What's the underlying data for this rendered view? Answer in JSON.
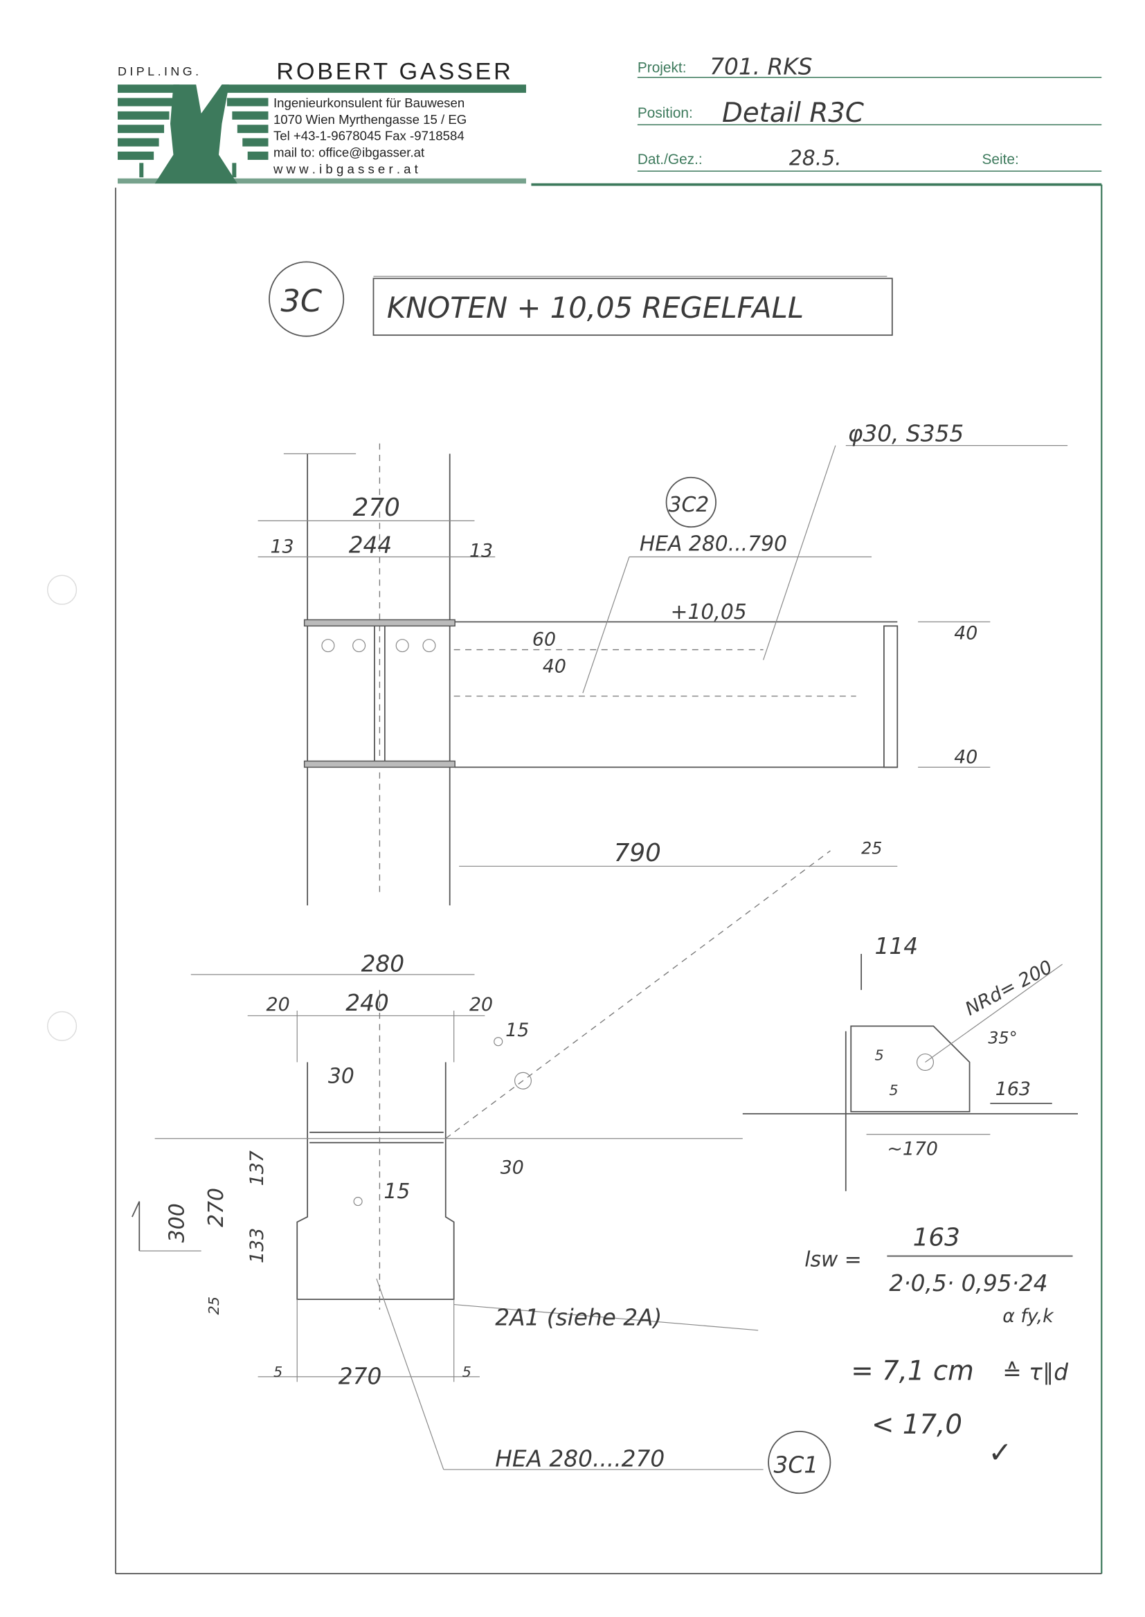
{
  "letterhead": {
    "title_prefix": "DIPL.ING.",
    "name": "ROBERT GASSER",
    "address_lines": [
      "Ingenieurkonsulent für Bauwesen",
      "1070 Wien  Myrthengasse 15 / EG",
      "Tel +43-1-9678045 Fax -9718584",
      "mail to: office@ibgasser.at",
      "w w w . i b g a s s e r . a t"
    ],
    "brand_color": "#3d7a5c"
  },
  "fields": {
    "projekt_label": "Projekt:",
    "projekt_value": "701. RKS",
    "position_label": "Position:",
    "position_value": "Detail R3C",
    "date_label": "Dat./Gez.:",
    "date_value": "28.5.",
    "page_label": "Seite:"
  },
  "drawing": {
    "detail_id": "3C",
    "heading": "KNOTEN + 10,05 REGELFALL",
    "elevation": {
      "rod_label": "φ30, S355",
      "section_ref": "3C2",
      "beam_label": "HEA 280...790",
      "level": "+10,05",
      "dims": [
        "270",
        "13",
        "244",
        "13",
        "60",
        "40",
        "40",
        "40",
        "790",
        "25"
      ]
    },
    "plan": {
      "dims": [
        "280",
        "20",
        "240",
        "20",
        "15",
        "30",
        "30",
        "15",
        "300",
        "270",
        "137",
        "133",
        "25",
        "5",
        "270",
        "5"
      ],
      "plate_note": "2A1 (siehe 2A)",
      "beam_label": "HEA 280....270",
      "section_ref": "3C1"
    },
    "weld_detail": {
      "force_up": "114",
      "force_diag": "NRd= 200",
      "angle": "35°",
      "weld_vertical": "5",
      "weld_horizontal": "5",
      "force_horizontal": "163",
      "length": "~170"
    },
    "calculation": {
      "lhs": "lsw =",
      "numerator": "163",
      "denominator": "2·0,5· 0,95·24",
      "under_labels": "α    fy,k",
      "result": "= 7,1 cm",
      "equiv": "≙ τ∥d",
      "limit": "< 17,0",
      "check": "✓"
    }
  }
}
